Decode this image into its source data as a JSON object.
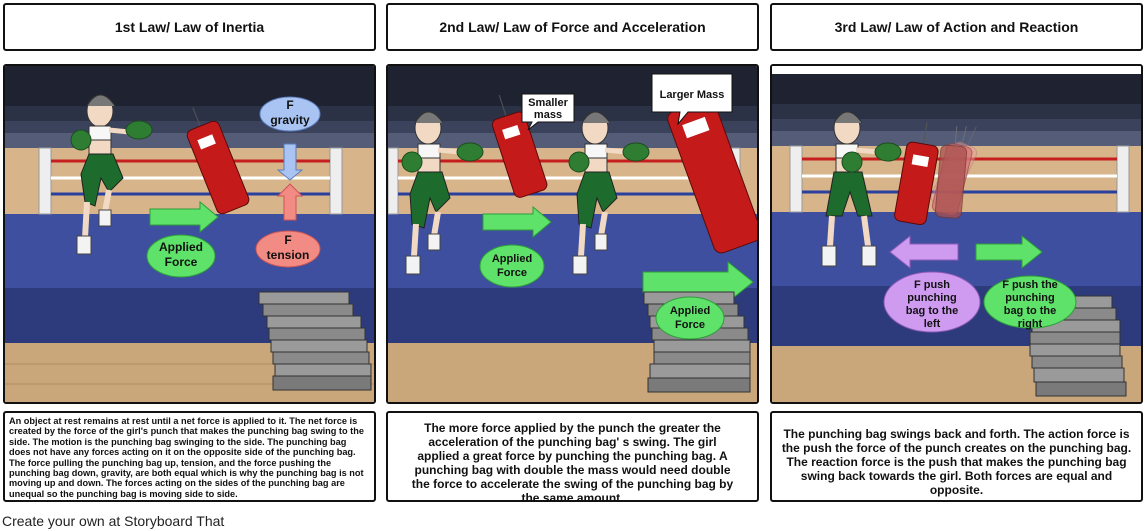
{
  "titles": {
    "law1": "1st Law/ Law of Inertia",
    "law2": "2nd Law/ Law of Force and Acceleration",
    "law3": "3rd Law/ Law of Action and Reaction"
  },
  "panel1": {
    "gravity_line1": "F",
    "gravity_line2": "gravity",
    "tension_line1": "F",
    "tension_line2": "tension",
    "applied_line1": "Applied",
    "applied_line2": "Force"
  },
  "panel2": {
    "smaller_line1": "Smaller",
    "smaller_line2": "mass",
    "larger": "Larger Mass",
    "applied1_line1": "Applied",
    "applied1_line2": "Force",
    "applied2_line1": "Applied",
    "applied2_line2": "Force"
  },
  "panel3": {
    "left_line1": "F push",
    "left_line2": "punching",
    "left_line3": "bag to the",
    "left_line4": "left",
    "right_line1": "F push the",
    "right_line2": "punching",
    "right_line3": "bag to the",
    "right_line4": "right"
  },
  "captions": {
    "law1": "An object at rest remains at rest until a net force is applied to it. The net force is created by the force of the girl's punch that makes the punching bag swing to the side. The motion is the punching bag swinging to the side. The punching bag does not have any forces acting on it on the opposite side of the punching bag. The force pulling the punching bag up, tension, and the force pushing the punching bag down, gravity, are both equal which is why the punching bag is not moving up and down. The forces acting on the sides of the punching bag are unequal so the punching bag is moving side to side.",
    "law2": "The more force applied by the punch the greater the acceleration of the punching bag' s swing. The girl applied a great force by punching the punching bag. A punching bag with double the mass would need double the force to accelerate the swing of the punching bag by the same amount.",
    "law3": "The punching bag swings back and forth. The action force is the push the force of the punch creates on the punching bag. The reaction force is the push that makes the punching bag swing back towards the girl. Both forces are equal and opposite."
  },
  "footer": "Create your own at Storyboard That",
  "colors": {
    "ring_blue": "#3d4f9e",
    "floor_wood": "#c9a77a",
    "bag_red": "#c41a1a",
    "arrow_green": "#5ee26a",
    "bubble_blue": "#a9c4f2",
    "bubble_pink": "#f28b84",
    "bubble_purple": "#cf9bf0",
    "glove_green": "#2e7d32"
  }
}
